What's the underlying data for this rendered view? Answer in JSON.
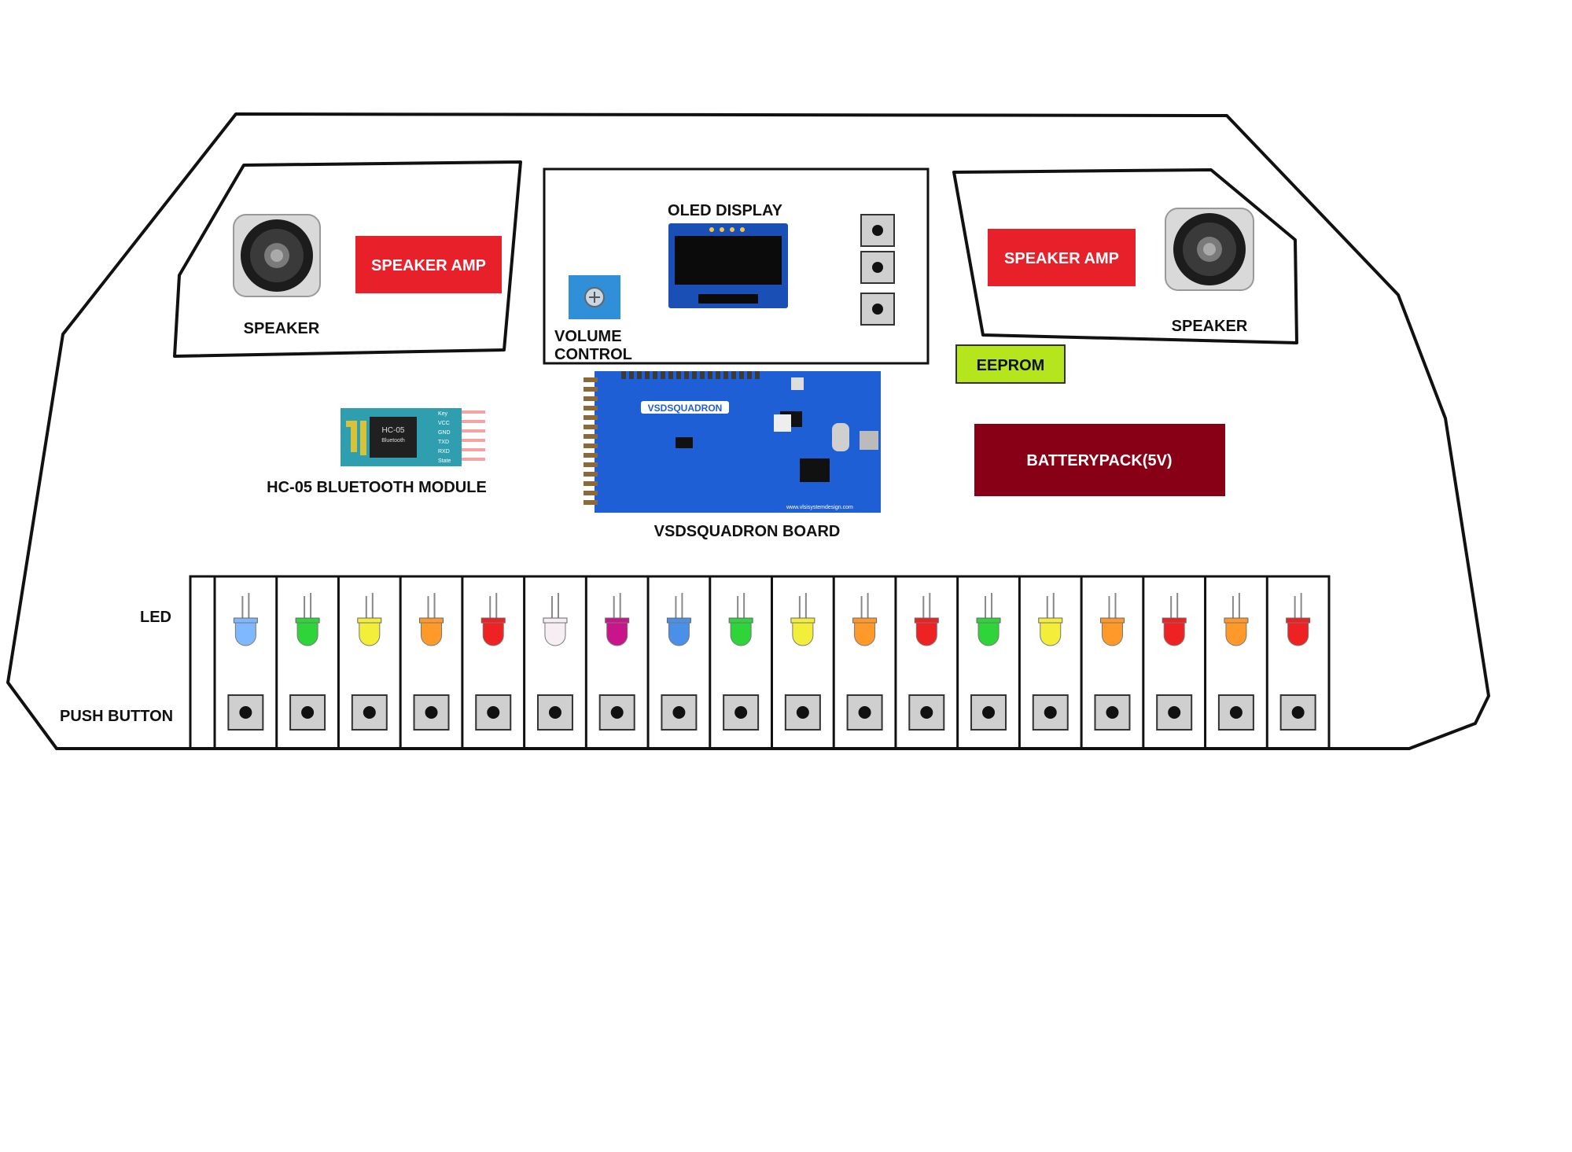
{
  "labels": {
    "speaker_left": "SPEAKER",
    "speaker_right": "SPEAKER",
    "speaker_amp_left": "SPEAKER AMP",
    "speaker_amp_right": "SPEAKER AMP",
    "oled_display": "OLED DISPLAY",
    "volume_control": [
      "VOLUME",
      "CONTROL"
    ],
    "eeprom": "EEPROM",
    "battery_pack": "BATTERYPACK(5V)",
    "bluetooth_module": "HC-05 BLUETOOTH MODULE",
    "bluetooth_chip_text": [
      "HC-05",
      "Bluetooth"
    ],
    "bluetooth_pins": [
      "Key",
      "VCC",
      "GND",
      "TXD",
      "RXD",
      "State"
    ],
    "board": "VSDSQUADRON BOARD",
    "board_logo": "VSDSQUADRON",
    "board_url": "www.vlsisystemdesign.com",
    "led_row": "LED",
    "push_button_row": "PUSH BUTTON"
  },
  "colors": {
    "speaker_amp": "#e8202a",
    "eeprom": "#b5e61d",
    "battery_pack": "#880015",
    "board": "#1f5fd6",
    "volume_knob": "#2f8fd8",
    "oled_frame": "#1a4fb5"
  },
  "keys": [
    {
      "led_color": "#7fb8ff"
    },
    {
      "led_color": "#2fd33a"
    },
    {
      "led_color": "#f2ee3a"
    },
    {
      "led_color": "#ff9a2a"
    },
    {
      "led_color": "#ee2222"
    },
    {
      "led_color": "#f6eef2"
    },
    {
      "led_color": "#c8158a"
    },
    {
      "led_color": "#4a8fe8"
    },
    {
      "led_color": "#2fd33a"
    },
    {
      "led_color": "#f2ee3a"
    },
    {
      "led_color": "#ff9a2a"
    },
    {
      "led_color": "#ee2222"
    },
    {
      "led_color": "#2fd33a"
    },
    {
      "led_color": "#f2ee3a"
    },
    {
      "led_color": "#ff9a2a"
    },
    {
      "led_color": "#ee2222"
    },
    {
      "led_color": "#ff9a2a"
    },
    {
      "led_color": "#ee2222"
    }
  ]
}
